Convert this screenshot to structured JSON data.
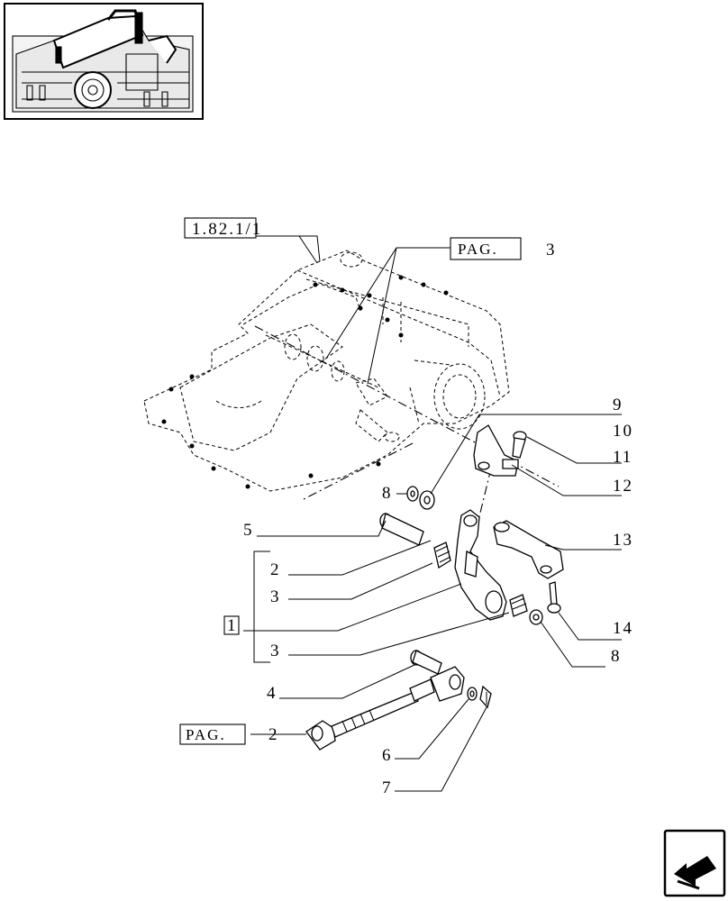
{
  "refs": {
    "group_ref": "1.82.1/1",
    "pag_top_label": "PAG.",
    "pag_top_number": "3",
    "pag_bottom_label": "PAG.",
    "pag_bottom_number": "2",
    "kit_label": "1"
  },
  "callouts": {
    "c2a": "2",
    "c3a": "3",
    "c3b": "3",
    "c4": "4",
    "c5": "5",
    "c6": "6",
    "c7": "7",
    "c8a": "8",
    "c8b": "8",
    "c9": "9",
    "c10": "10",
    "c11": "11",
    "c12": "12",
    "c13": "13",
    "c14": "14"
  },
  "icons": {
    "thumbnail": "tractor-rear-housing-thumbnail",
    "nav": "next-page-arrow-icon"
  }
}
